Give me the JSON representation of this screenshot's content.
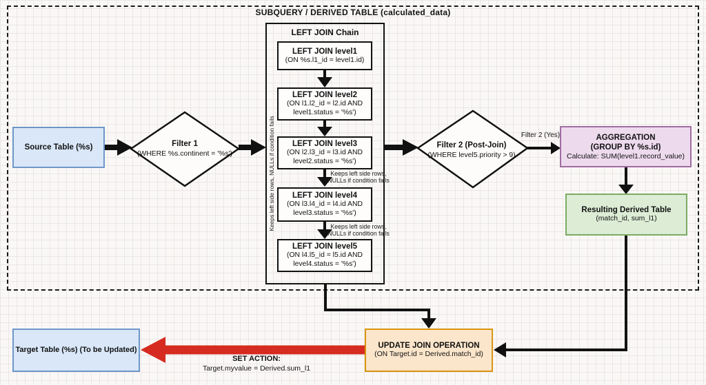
{
  "diagram": {
    "title": "SUBQUERY / DERIVED TABLE (calculated_data)",
    "source_table": {
      "label": "Source Table (%s)"
    },
    "filter1": {
      "title": "Filter 1",
      "condition": "(WHERE %s.continent = '%s')"
    },
    "join_chain": {
      "title": "LEFT JOIN Chain",
      "side_note": "Keeps left side rows, NULLs if condition fails",
      "edge_note": "Keeps left side rows, NULLs if condition fails",
      "steps": [
        {
          "title": "LEFT JOIN level1",
          "condition": "(ON %s.l1_id = level1.id)"
        },
        {
          "title": "LEFT JOIN level2",
          "condition": "(ON l1.l2_id = l2.id AND level1.status = '%s')"
        },
        {
          "title": "LEFT JOIN level3",
          "condition": "(ON l2.l3_id = l3.id AND level2.status = '%s')"
        },
        {
          "title": "LEFT JOIN level4",
          "condition": "(ON l3.l4_id = l4.id AND level3.status = '%s')"
        },
        {
          "title": "LEFT JOIN level5",
          "condition": "(ON l4.l5_id = l5.id AND level4.status = '%s')"
        }
      ]
    },
    "filter2": {
      "title": "Filter 2 (Post-Join)",
      "condition": "(WHERE level5.priority > 9)",
      "yes_label": "Filter 2 (Yes)"
    },
    "aggregation": {
      "line1": "AGGREGATION",
      "line2": "(GROUP BY %s.id)",
      "line3": "Calculate: SUM(level1.record_value)"
    },
    "derived_table": {
      "title": "Resulting Derived Table",
      "columns": "(match_id, sum_l1)"
    },
    "update_join": {
      "title": "UPDATE JOIN OPERATION",
      "condition": "(ON Target.id = Derived.match_id)"
    },
    "set_action": {
      "title": "SET ACTION:",
      "expression": "Target.myvalue = Derived.sum_l1"
    },
    "target_table": {
      "label": "Target Table (%s) (To be Updated)"
    },
    "colors": {
      "table_fill": "#d9e7f8",
      "table_border": "#6e96c8",
      "aggregation_fill": "#eddaed",
      "aggregation_border": "#a06ba0",
      "derived_fill": "#dcecd5",
      "derived_border": "#7cab63",
      "update_fill": "#fce6cb",
      "update_border": "#d9940e",
      "set_action_arrow": "#d62b20",
      "ink": "#111111"
    }
  }
}
